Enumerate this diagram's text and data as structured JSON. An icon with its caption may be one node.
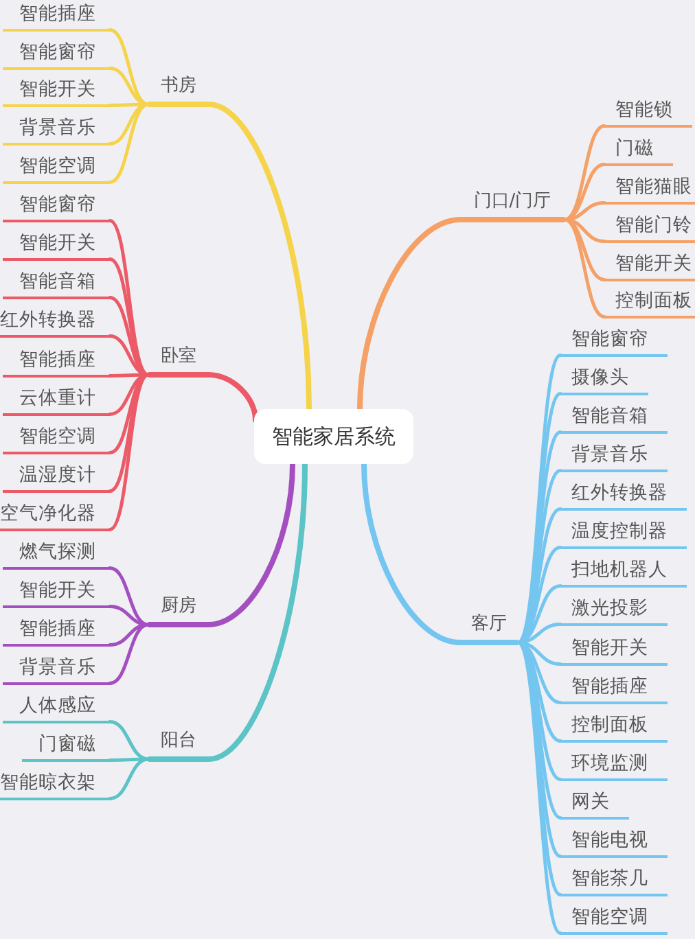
{
  "diagram": {
    "nodes": [
      {
        "text": [
          "智能家居系统"
        ]
      },
      {
        "text": [
          "书房"
        ]
      },
      {
        "text": [
          "智能插座"
        ]
      },
      {
        "text": [
          "智能窗帘"
        ]
      },
      {
        "text": [
          "智能开关"
        ]
      },
      {
        "text": [
          "背景音乐"
        ]
      },
      {
        "text": [
          "智能空调"
        ]
      },
      {
        "text": [
          "卧室"
        ]
      },
      {
        "text": [
          "智能窗帘"
        ]
      },
      {
        "text": [
          "智能开关"
        ]
      },
      {
        "text": [
          "智能音箱"
        ]
      },
      {
        "text": [
          "红外转换器"
        ]
      },
      {
        "text": [
          "智能插座"
        ]
      },
      {
        "text": [
          "云体重计"
        ]
      },
      {
        "text": [
          "智能空调"
        ]
      },
      {
        "text": [
          "温湿度计"
        ]
      },
      {
        "text": [
          "空气净化器"
        ]
      },
      {
        "text": [
          "厨房"
        ]
      },
      {
        "text": [
          "燃气探测"
        ]
      },
      {
        "text": [
          "智能开关"
        ]
      },
      {
        "text": [
          "智能插座"
        ]
      },
      {
        "text": [
          "背景音乐"
        ]
      },
      {
        "text": [
          "阳台"
        ]
      },
      {
        "text": [
          "人体感应"
        ]
      },
      {
        "text": [
          "门窗磁"
        ]
      },
      {
        "text": [
          "智能晾衣架"
        ]
      },
      {
        "text": [
          "门口/门厅"
        ]
      },
      {
        "text": [
          "智能锁"
        ]
      },
      {
        "text": [
          "门磁"
        ]
      },
      {
        "text": [
          "智能猫眼"
        ]
      },
      {
        "text": [
          "智能门铃"
        ]
      },
      {
        "text": [
          "智能开关"
        ]
      },
      {
        "text": [
          "控制面板"
        ]
      },
      {
        "text": [
          "客厅"
        ]
      },
      {
        "text": [
          "智能窗帘"
        ]
      },
      {
        "text": [
          "摄像头"
        ]
      },
      {
        "text": [
          "智能音箱"
        ]
      },
      {
        "text": [
          "背景音乐"
        ]
      },
      {
        "text": [
          "红外转换器"
        ]
      },
      {
        "text": [
          "温度控制器"
        ]
      },
      {
        "text": [
          "扫地机器人"
        ]
      },
      {
        "text": [
          "激光投影"
        ]
      },
      {
        "text": [
          "智能开关"
        ]
      },
      {
        "text": [
          "智能插座"
        ]
      },
      {
        "text": [
          "控制面板"
        ]
      },
      {
        "text": [
          "环境监测"
        ]
      },
      {
        "text": [
          "网关"
        ]
      },
      {
        "text": [
          "智能电视"
        ]
      },
      {
        "text": [
          "智能茶几"
        ]
      },
      {
        "text": [
          "智能空调"
        ]
      }
    ],
    "edges": [
      {
        "from": 0,
        "to": 1,
        "arrow": "none",
        "color": "#f5d34a"
      },
      {
        "from": 1,
        "to": 2,
        "arrow": "none",
        "color": "#f5d34a"
      },
      {
        "from": 1,
        "to": 3,
        "arrow": "none",
        "color": "#f5d34a"
      },
      {
        "from": 1,
        "to": 4,
        "arrow": "none",
        "color": "#f5d34a"
      },
      {
        "from": 1,
        "to": 5,
        "arrow": "none",
        "color": "#f5d34a"
      },
      {
        "from": 1,
        "to": 6,
        "arrow": "none",
        "color": "#f5d34a"
      },
      {
        "from": 0,
        "to": 7,
        "arrow": "none",
        "color": "#ec5a68"
      },
      {
        "from": 7,
        "to": 8,
        "arrow": "none",
        "color": "#ec5a68"
      },
      {
        "from": 7,
        "to": 9,
        "arrow": "none",
        "color": "#ec5a68"
      },
      {
        "from": 7,
        "to": 10,
        "arrow": "none",
        "color": "#ec5a68"
      },
      {
        "from": 7,
        "to": 11,
        "arrow": "none",
        "color": "#ec5a68"
      },
      {
        "from": 7,
        "to": 12,
        "arrow": "none",
        "color": "#ec5a68"
      },
      {
        "from": 7,
        "to": 13,
        "arrow": "none",
        "color": "#ec5a68"
      },
      {
        "from": 7,
        "to": 14,
        "arrow": "none",
        "color": "#ec5a68"
      },
      {
        "from": 7,
        "to": 15,
        "arrow": "none",
        "color": "#ec5a68"
      },
      {
        "from": 7,
        "to": 16,
        "arrow": "none",
        "color": "#ec5a68"
      },
      {
        "from": 0,
        "to": 17,
        "arrow": "none",
        "color": "#a44fc0"
      },
      {
        "from": 17,
        "to": 18,
        "arrow": "none",
        "color": "#a44fc0"
      },
      {
        "from": 17,
        "to": 19,
        "arrow": "none",
        "color": "#a44fc0"
      },
      {
        "from": 17,
        "to": 20,
        "arrow": "none",
        "color": "#a44fc0"
      },
      {
        "from": 17,
        "to": 21,
        "arrow": "none",
        "color": "#a44fc0"
      },
      {
        "from": 0,
        "to": 22,
        "arrow": "none",
        "color": "#5cc3c7"
      },
      {
        "from": 22,
        "to": 23,
        "arrow": "none",
        "color": "#5cc3c7"
      },
      {
        "from": 22,
        "to": 24,
        "arrow": "none",
        "color": "#5cc3c7"
      },
      {
        "from": 22,
        "to": 25,
        "arrow": "none",
        "color": "#5cc3c7"
      },
      {
        "from": 0,
        "to": 26,
        "arrow": "none",
        "color": "#f5a066"
      },
      {
        "from": 26,
        "to": 27,
        "arrow": "none",
        "color": "#f5a066"
      },
      {
        "from": 26,
        "to": 28,
        "arrow": "none",
        "color": "#f5a066"
      },
      {
        "from": 26,
        "to": 29,
        "arrow": "none",
        "color": "#f5a066"
      },
      {
        "from": 26,
        "to": 30,
        "arrow": "none",
        "color": "#f5a066"
      },
      {
        "from": 26,
        "to": 31,
        "arrow": "none",
        "color": "#f5a066"
      },
      {
        "from": 26,
        "to": 32,
        "arrow": "none",
        "color": "#f5a066"
      },
      {
        "from": 0,
        "to": 33,
        "arrow": "none"
      },
      {
        "from": 33,
        "to": 34,
        "arrow": "none"
      },
      {
        "from": 33,
        "to": 35,
        "arrow": "none"
      },
      {
        "from": 33,
        "to": 36,
        "arrow": "none"
      },
      {
        "from": 33,
        "to": 37,
        "arrow": "none"
      },
      {
        "from": 33,
        "to": 38,
        "arrow": "none"
      },
      {
        "from": 33,
        "to": 39,
        "arrow": "none"
      },
      {
        "from": 33,
        "to": 40,
        "arrow": "none"
      },
      {
        "from": 33,
        "to": 41,
        "arrow": "none"
      },
      {
        "from": 33,
        "to": 42,
        "arrow": "none"
      },
      {
        "from": 33,
        "to": 43,
        "arrow": "none"
      },
      {
        "from": 33,
        "to": 44,
        "arrow": "none"
      },
      {
        "from": 33,
        "to": 45,
        "arrow": "none"
      },
      {
        "from": 33,
        "to": 46,
        "arrow": "none"
      },
      {
        "from": 33,
        "to": 47,
        "arrow": "none"
      },
      {
        "from": 33,
        "to": 48,
        "arrow": "none"
      },
      {
        "from": 33,
        "to": 49,
        "arrow": "none"
      }
    ]
  }
}
